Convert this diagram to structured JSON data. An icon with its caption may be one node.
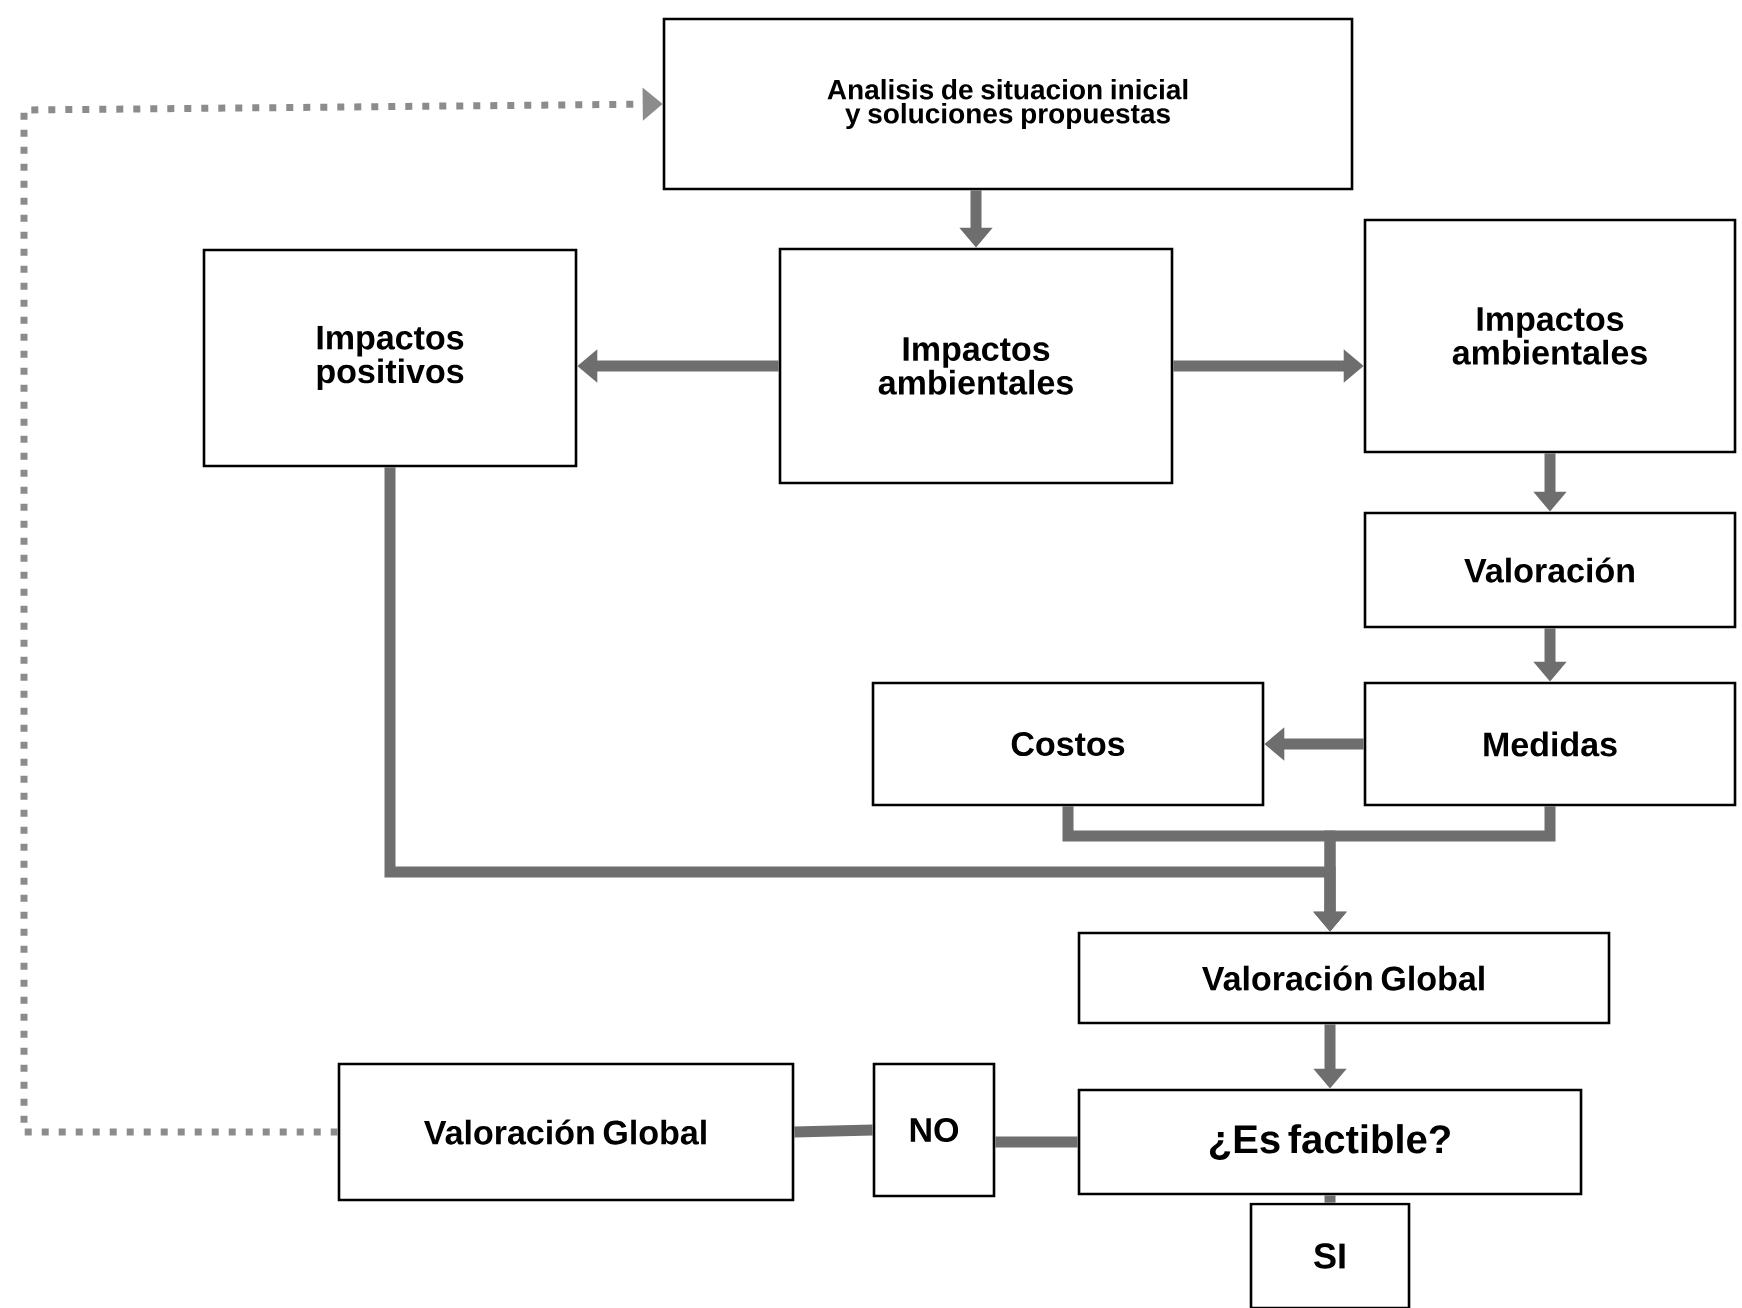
{
  "diagram": {
    "nodes": [
      {
        "text": [
          "Analisis de situacion inicial y soluciones propuestas"
        ]
      },
      {
        "text": [
          "Impactos positivos"
        ]
      },
      {
        "text": [
          "Impactos ambientales"
        ]
      },
      {
        "text": [
          "Impactos ambientales"
        ]
      },
      {
        "text": [
          "Valoración"
        ]
      },
      {
        "text": [
          "Costos"
        ]
      },
      {
        "text": [
          "Medidas"
        ]
      },
      {
        "text": [
          "Valoración Global"
        ]
      },
      {
        "text": [
          "¿Es factible?"
        ]
      },
      {
        "text": [
          "Valoración Global"
        ]
      },
      {
        "text": [
          "NO"
        ]
      },
      {
        "text": [
          "SI"
        ]
      }
    ],
    "edges": [
      {
        "from": 0,
        "to": 2,
        "arrow": "to"
      },
      {
        "from": 2,
        "to": 1,
        "arrow": "to"
      },
      {
        "from": 2,
        "to": 3,
        "arrow": "to"
      },
      {
        "from": 3,
        "to": 4,
        "arrow": "to"
      },
      {
        "from": 4,
        "to": 6,
        "arrow": "to"
      },
      {
        "from": 6,
        "to": 5,
        "arrow": "to"
      },
      {
        "from": 1,
        "to": 7,
        "arrow": "to"
      },
      {
        "from": 5,
        "to": 7,
        "arrow": "to"
      },
      {
        "from": 6,
        "to": 7,
        "arrow": "to"
      },
      {
        "from": 7,
        "to": 8,
        "arrow": "to"
      },
      {
        "from": 8,
        "to": 10,
        "arrow": "none"
      },
      {
        "from": 10,
        "to": 9,
        "arrow": "none"
      },
      {
        "from": 9,
        "to": 0,
        "arrow": "to",
        "style": "dashed",
        "color": "#8c8c8c"
      },
      {
        "from": 8,
        "to": 11,
        "arrow": "none"
      }
    ]
  }
}
